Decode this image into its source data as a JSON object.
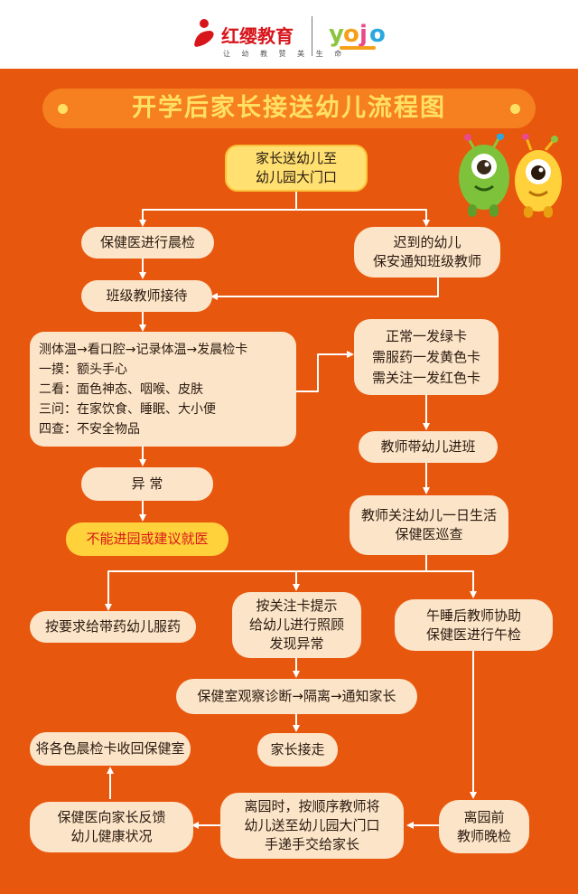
{
  "header": {
    "brand_cn": "红缨教育",
    "brand_slogan": "让 幼 教 赞 美 生 命",
    "brand2": "YOJO"
  },
  "title": "开学后家长接送幼儿流程图",
  "colors": {
    "background": "#E8570E",
    "box": "#FCE4C8",
    "title_bar": "#F6801F",
    "title_text": "#FFE061",
    "warning_box": "#FFD23B",
    "warning_text": "#D81818",
    "connector": "#FFFFFF"
  },
  "icons": [
    "hongying-logo",
    "yojo-logo",
    "mascot-green",
    "mascot-yellow"
  ],
  "nodes": {
    "start": "家长送幼儿至\n幼儿园大门口",
    "morning_check": "保健医进行晨检",
    "late": "迟到的幼儿\n保安通知班级教师",
    "teacher_receive": "班级教师接待",
    "checklist": "测体温→看口腔→记录体温→发晨检卡\n一摸：额头手心\n二看：面色神态、咽喉、皮肤\n三问：在家饮食、睡眠、大小便\n四查：不安全物品",
    "cards": "正常一发绿卡\n需服药一发黄色卡\n需关注一发红色卡",
    "abnormal": "异  常",
    "no_entry": "不能进园或建议就医",
    "to_class": "教师带幼儿进班",
    "daily_watch": "教师关注幼儿一日生活\n保健医巡查",
    "medicine": "按要求给带药幼儿服药",
    "focus_card": "按关注卡提示\n给幼儿进行照顾\n发现异常",
    "nap_check": "午睡后教师协助\n保健医进行午检",
    "observe": "保健室观察诊断→隔离→通知家长",
    "pickup": "家长接走",
    "return_cards": "将各色晨检卡收回保健室",
    "evening_check": "离园前\n教师晚检",
    "leaving": "离园时，按顺序教师将\n幼儿送至幼儿园大门口\n手递手交给家长",
    "feedback": "保健医向家长反馈\n幼儿健康状况"
  }
}
